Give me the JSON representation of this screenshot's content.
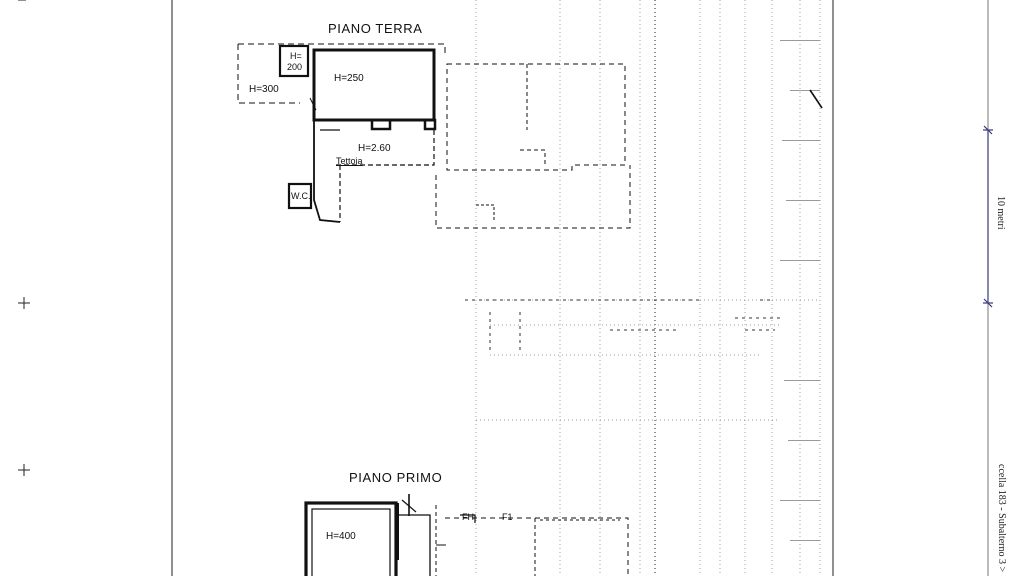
{
  "drawing": {
    "ground_floor": {
      "title": "PIANO TERRA",
      "labels": {
        "h200_top": "H=",
        "h200_bottom": "200",
        "h300": "H=300",
        "h250": "H=250",
        "h260": "H=2.60",
        "tettoia": "Tettoia",
        "wc": "W.C."
      }
    },
    "first_floor": {
      "title": "PIANO PRIMO",
      "labels": {
        "h400": "H=400",
        "fh": "FH",
        "f1": "F1"
      }
    },
    "scale_bar": {
      "label": "10 metri"
    },
    "margin_note": "ccella 183 - Subalterno 3 >"
  }
}
